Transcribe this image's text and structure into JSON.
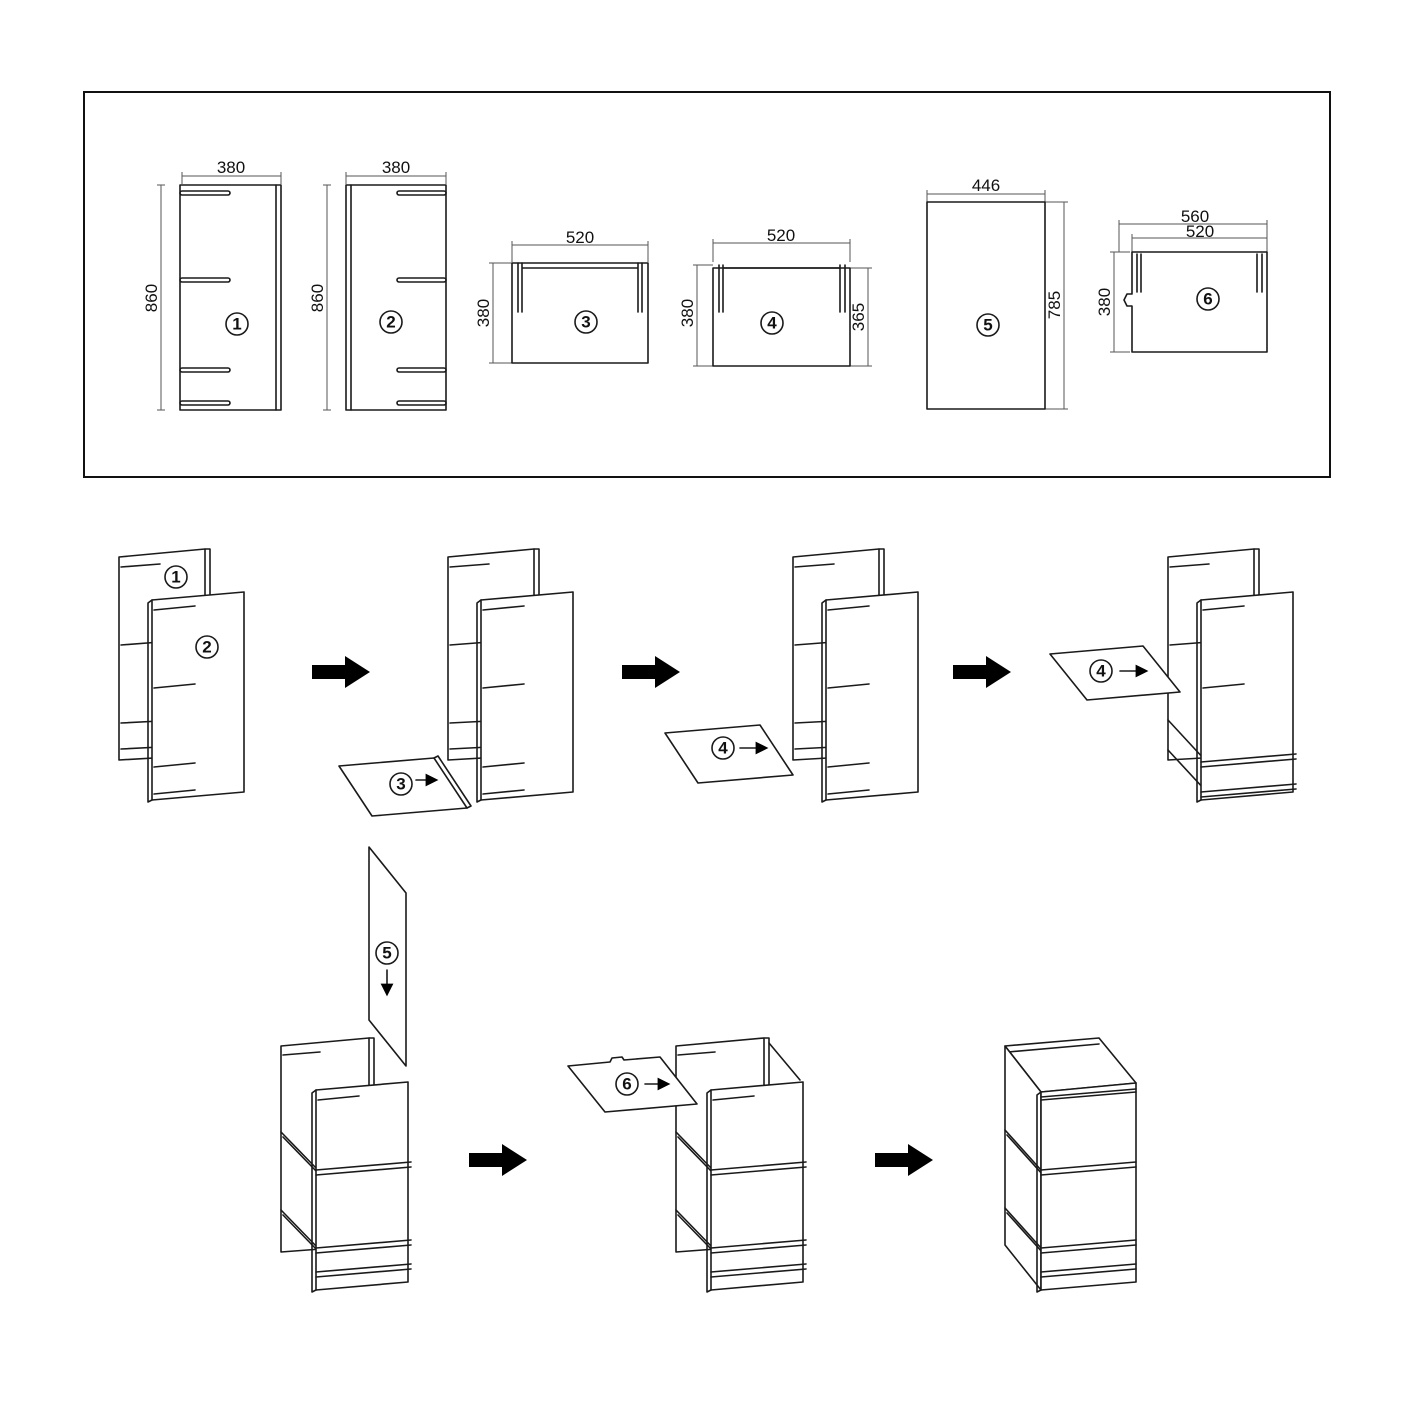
{
  "parts_panel": {
    "parts": [
      {
        "id": "1",
        "width": "380",
        "height": "860"
      },
      {
        "id": "2",
        "width": "380",
        "height": "860"
      },
      {
        "id": "3",
        "width": "520",
        "height": "380"
      },
      {
        "id": "4",
        "width": "520",
        "height": "380",
        "height_right": "365"
      },
      {
        "id": "5",
        "width": "446",
        "height": "785"
      },
      {
        "id": "6",
        "width_outer": "560",
        "width_inner": "520",
        "height": "380"
      }
    ]
  },
  "steps": {
    "s1": {
      "a": "1",
      "b": "2"
    },
    "s2": {
      "a": "3"
    },
    "s3": {
      "a": "4"
    },
    "s4": {
      "a": "4"
    },
    "s5": {
      "a": "5"
    },
    "s6": {
      "a": "6"
    }
  },
  "colors": {
    "line": "#1a1a1a",
    "arrow": "#000000",
    "background": "#ffffff"
  }
}
